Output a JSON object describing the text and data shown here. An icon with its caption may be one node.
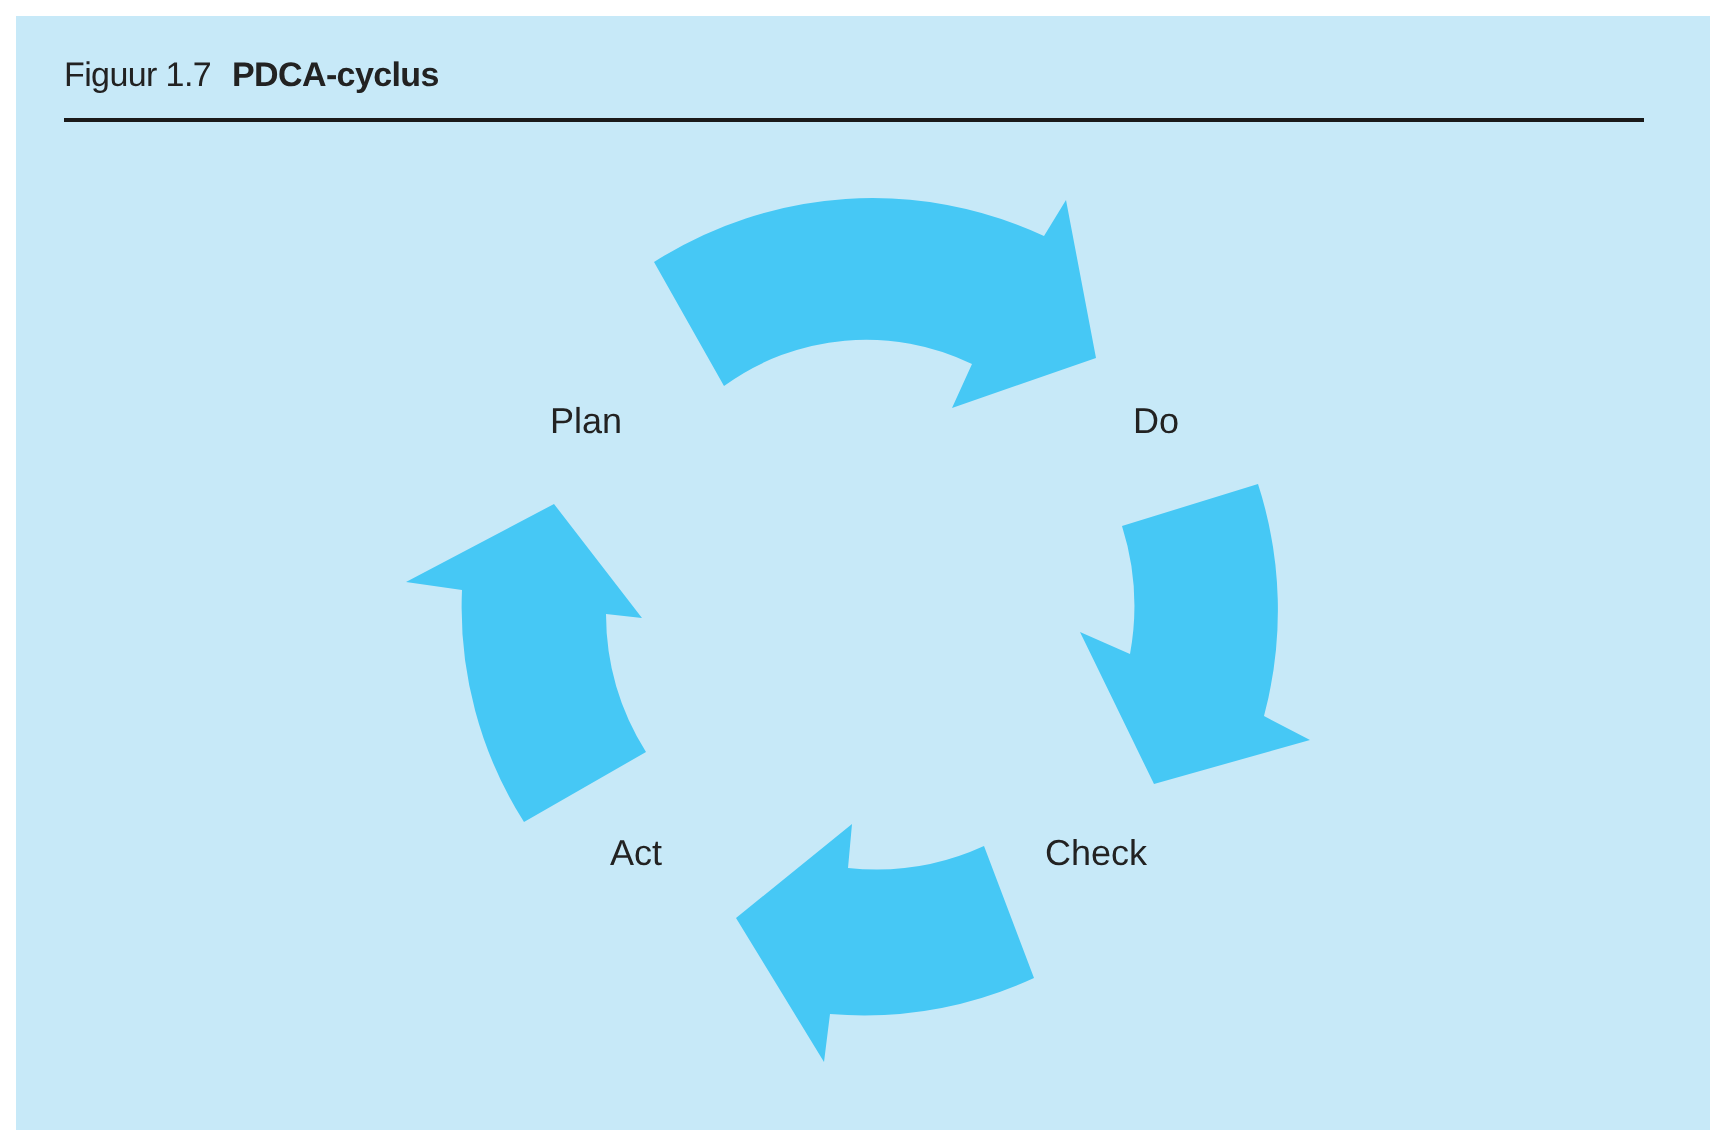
{
  "diagram": {
    "title": "Figuur 1.7 **PDCA-cyclus**",
    "nodes": [
      {
        "text": [
          "Plan"
        ]
      },
      {
        "text": [
          "Do"
        ]
      },
      {
        "text": [
          "Check"
        ]
      },
      {
        "text": [
          "Act"
        ]
      }
    ],
    "edges": [
      {
        "from": 0,
        "to": 1,
        "arrow": "to",
        "style": "thick"
      },
      {
        "from": 1,
        "to": 2,
        "arrow": "to",
        "style": "thick"
      },
      {
        "from": 2,
        "to": 3,
        "arrow": "to",
        "style": "thick"
      },
      {
        "from": 3,
        "to": 0,
        "arrow": "to",
        "style": "thick"
      }
    ]
  }
}
